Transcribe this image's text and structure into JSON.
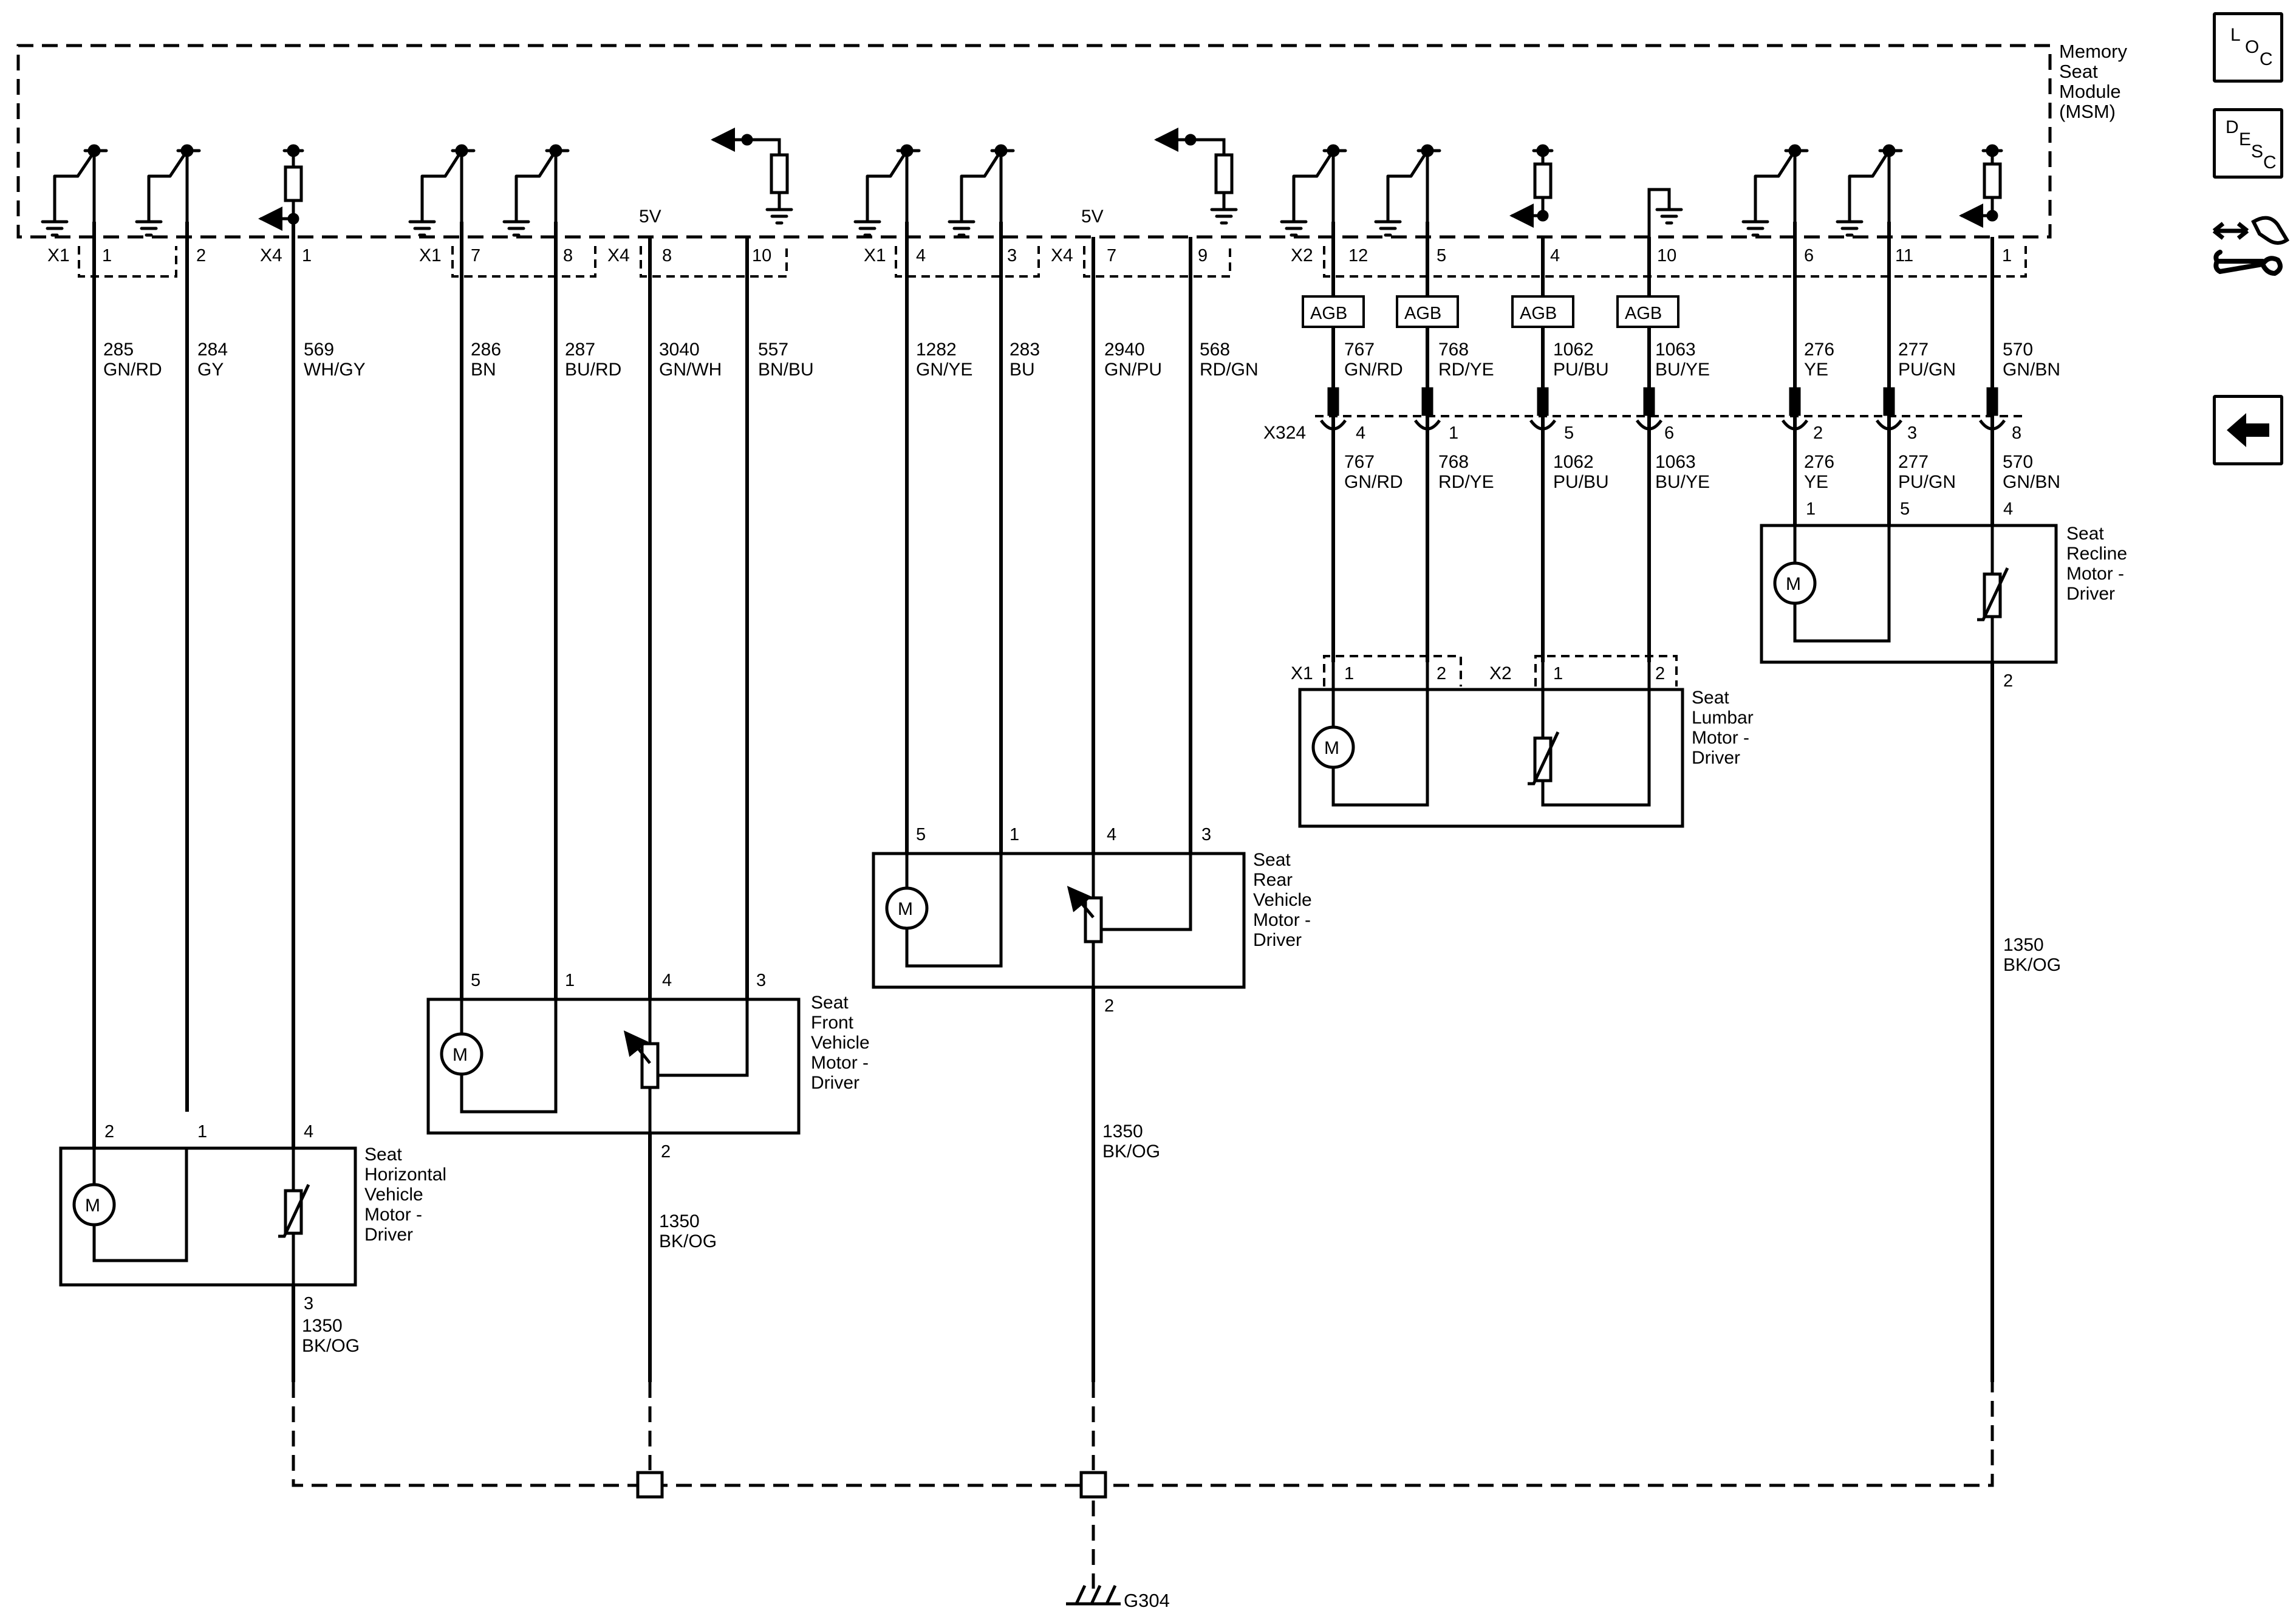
{
  "module": {
    "lines": [
      "Memory",
      "Seat",
      "Module",
      "(MSM)"
    ]
  },
  "v5": "5V",
  "conn": {
    "x1": "X1",
    "x2": "X2",
    "x4": "X4",
    "x324": "X324"
  },
  "agb": "AGB",
  "motor_symbol": "M",
  "ground": {
    "label": "G304"
  },
  "pins": [
    "1",
    "2",
    "1",
    "7",
    "8",
    "8",
    "10",
    "4",
    "3",
    "7",
    "9",
    "12",
    "5",
    "4",
    "10",
    "6",
    "11",
    "1"
  ],
  "wires": [
    {
      "circuit": "285",
      "color": "GN/RD"
    },
    {
      "circuit": "284",
      "color": "GY"
    },
    {
      "circuit": "569",
      "color": "WH/GY"
    },
    {
      "circuit": "286",
      "color": "BN"
    },
    {
      "circuit": "287",
      "color": "BU/RD"
    },
    {
      "circuit": "3040",
      "color": "GN/WH"
    },
    {
      "circuit": "557",
      "color": "BN/BU"
    },
    {
      "circuit": "1282",
      "color": "GN/YE"
    },
    {
      "circuit": "283",
      "color": "BU"
    },
    {
      "circuit": "2940",
      "color": "GN/PU"
    },
    {
      "circuit": "568",
      "color": "RD/GN"
    },
    {
      "circuit": "767",
      "color": "GN/RD"
    },
    {
      "circuit": "768",
      "color": "RD/YE"
    },
    {
      "circuit": "1062",
      "color": "PU/BU"
    },
    {
      "circuit": "1063",
      "color": "BU/YE"
    },
    {
      "circuit": "276",
      "color": "YE"
    },
    {
      "circuit": "277",
      "color": "PU/GN"
    },
    {
      "circuit": "570",
      "color": "GN/BN"
    }
  ],
  "x324_pins": [
    "4",
    "1",
    "5",
    "6",
    "2",
    "3",
    "8"
  ],
  "ground_wire": {
    "circuit": "1350",
    "color": "BK/OG"
  },
  "motors": {
    "horizontal": {
      "lines": [
        "Seat",
        "Horizontal",
        "Vehicle",
        "Motor -",
        "Driver"
      ],
      "pins": [
        "2",
        "1",
        "4",
        "3"
      ]
    },
    "front": {
      "lines": [
        "Seat",
        "Front",
        "Vehicle",
        "Motor -",
        "Driver"
      ],
      "pins": [
        "5",
        "1",
        "4",
        "3",
        "2"
      ]
    },
    "rear": {
      "lines": [
        "Seat",
        "Rear",
        "Vehicle",
        "Motor -",
        "Driver"
      ],
      "pins": [
        "5",
        "1",
        "4",
        "3",
        "2"
      ]
    },
    "lumbar": {
      "lines": [
        "Seat",
        "Lumbar",
        "Motor -",
        "Driver"
      ],
      "pins": [
        "1",
        "2",
        "1",
        "2"
      ]
    },
    "recline": {
      "lines": [
        "Seat",
        "Recline",
        "Motor -",
        "Driver"
      ],
      "pins": [
        "1",
        "5",
        "4",
        "2"
      ]
    }
  },
  "nav": {
    "loc": [
      "L",
      "O",
      "C"
    ],
    "desc": [
      "D",
      "E",
      "S",
      "C"
    ],
    "back_icon": "left-arrow-icon",
    "tool_icon": "connector-wrench-icon"
  }
}
